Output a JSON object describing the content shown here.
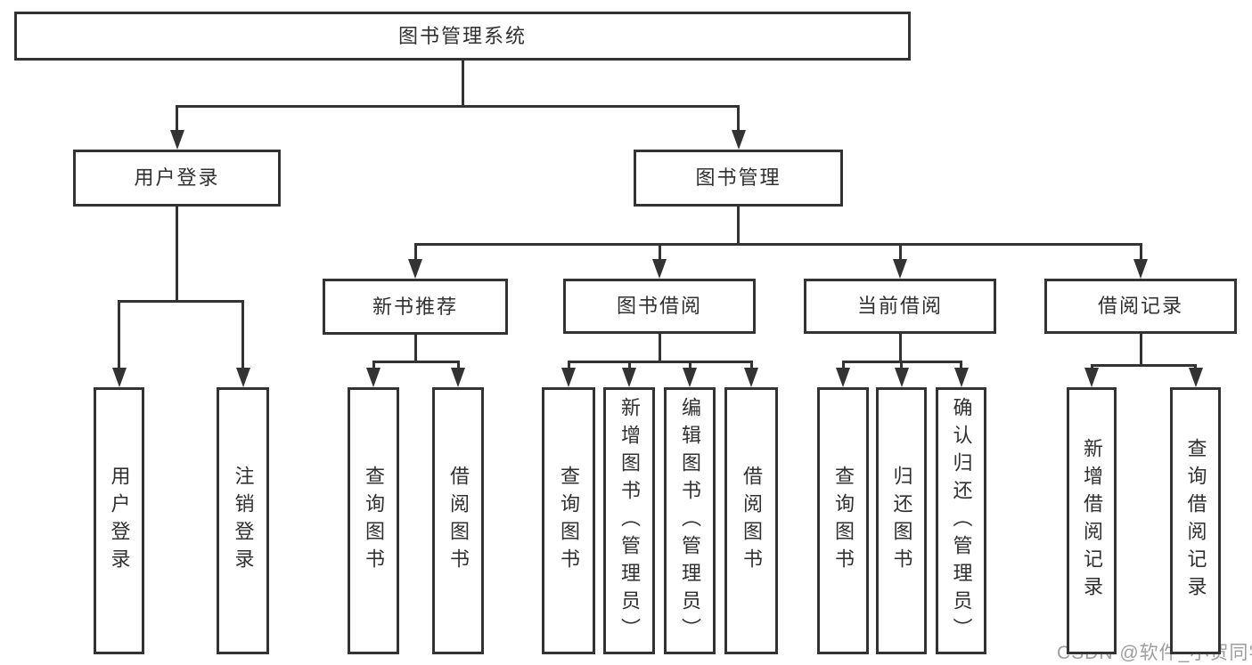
{
  "palette": {
    "line_color": "#333333",
    "box_border_color": "#333333",
    "text_color": "#303030",
    "background": "#ffffff",
    "watermark_color": "#989898"
  },
  "diagram": {
    "title": "图书管理系统",
    "watermark": "CSDN @软件_小贺同学",
    "nodes": [
      {
        "id": "library-system",
        "label": "图书管理系统",
        "level": 0
      },
      {
        "id": "user-login",
        "label": "用户登录",
        "level": 1
      },
      {
        "id": "book-mgmt",
        "label": "图书管理",
        "level": 1
      },
      {
        "id": "new-book-rec",
        "label": "新书推荐",
        "level": 2
      },
      {
        "id": "book-borrow",
        "label": "图书借阅",
        "level": 2
      },
      {
        "id": "current-borrow",
        "label": "当前借阅",
        "level": 2
      },
      {
        "id": "borrow-records",
        "label": "借阅记录",
        "level": 2
      },
      {
        "id": "leaf-user-login",
        "label": "用户登录",
        "level": 3
      },
      {
        "id": "leaf-logout",
        "label": "注销登录",
        "level": 3
      },
      {
        "id": "nr-query-books",
        "label": "查询图书",
        "level": 3
      },
      {
        "id": "nr-borrow-books",
        "label": "借阅图书",
        "level": 3
      },
      {
        "id": "bb-query-books",
        "label": "查询图书",
        "level": 3
      },
      {
        "id": "bb-add-books-admin",
        "label": "新增图书（管理员）",
        "level": 3
      },
      {
        "id": "bb-edit-books-admin",
        "label": "编辑图书（管理员）",
        "level": 3
      },
      {
        "id": "bb-borrow-books",
        "label": "借阅图书",
        "level": 3
      },
      {
        "id": "cb-query-books",
        "label": "查询图书",
        "level": 3
      },
      {
        "id": "cb-return-books",
        "label": "归还图书",
        "level": 3
      },
      {
        "id": "cb-confirm-return-admin",
        "label": "确认归还（管理员）",
        "level": 3
      },
      {
        "id": "br-add-record",
        "label": "新增借阅记录",
        "level": 3
      },
      {
        "id": "br-query-record",
        "label": "查询借阅记录",
        "level": 3
      }
    ],
    "edges": [
      {
        "parent": "library-system",
        "children": [
          "user-login",
          "book-mgmt"
        ]
      },
      {
        "parent": "user-login",
        "children": [
          "leaf-user-login",
          "leaf-logout"
        ]
      },
      {
        "parent": "book-mgmt",
        "children": [
          "new-book-rec",
          "book-borrow",
          "current-borrow",
          "borrow-records"
        ]
      },
      {
        "parent": "new-book-rec",
        "children": [
          "nr-query-books",
          "nr-borrow-books"
        ]
      },
      {
        "parent": "book-borrow",
        "children": [
          "bb-query-books",
          "bb-add-books-admin",
          "bb-edit-books-admin",
          "bb-borrow-books"
        ]
      },
      {
        "parent": "current-borrow",
        "children": [
          "cb-query-books",
          "cb-return-books",
          "cb-confirm-return-admin"
        ]
      },
      {
        "parent": "borrow-records",
        "children": [
          "br-add-record",
          "br-query-record"
        ]
      }
    ]
  }
}
